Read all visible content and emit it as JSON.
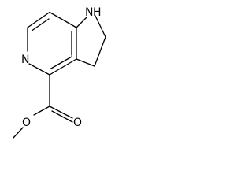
{
  "molecule": {
    "atoms": {
      "n_amine": "N",
      "h_amine": "H",
      "n_pyridine": "N",
      "o_carbonyl": "O",
      "o_ester": "O"
    }
  }
}
